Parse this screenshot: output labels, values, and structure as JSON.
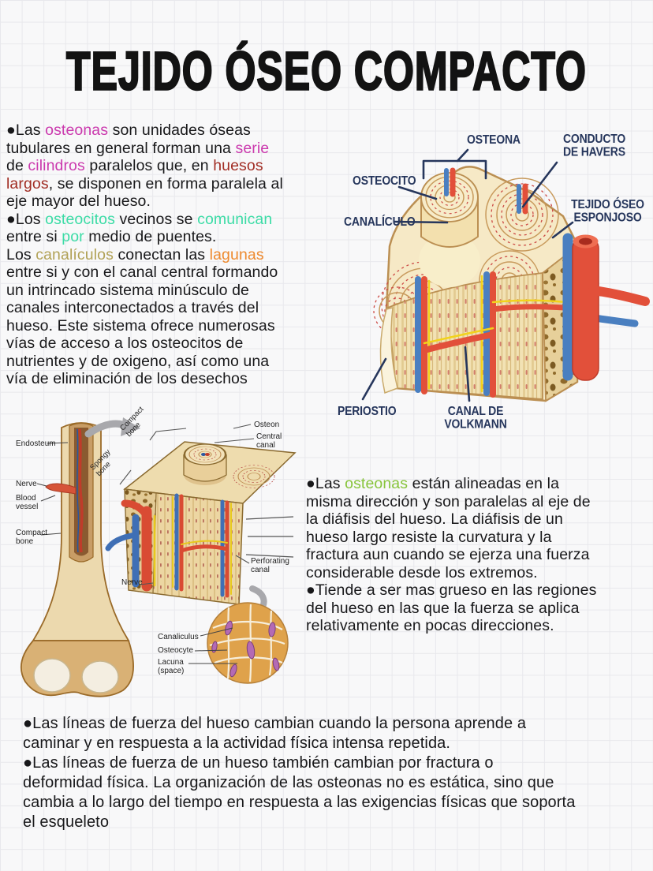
{
  "title": "TEJIDO ÓSEO COMPACTO",
  "highlight_colors": {
    "pink": "#cb3aae",
    "red": "#a12d24",
    "mint": "#3cdca6",
    "olive": "#b2a257",
    "orange": "#ee8a2e",
    "green": "#87c43b"
  },
  "colors": {
    "body_text": "#18181a",
    "diagram_label_navy": "#26365c",
    "vessel_red": "#e2503a",
    "vessel_blue": "#4a7fc0",
    "nerve_yellow": "#f2d31b",
    "bone_cream": "#f6e9c6"
  },
  "intro_paragraph": {
    "segments": [
      {
        "t": "●Las "
      },
      {
        "t": "osteonas",
        "c": "pink"
      },
      {
        "t": " son unidades óseas\ntubulares en general forman una "
      },
      {
        "t": "serie",
        "c": "pink"
      },
      {
        "t": "\nde "
      },
      {
        "t": "cilindros",
        "c": "pink"
      },
      {
        "t": " paralelos que, en "
      },
      {
        "t": "huesos",
        "c": "red"
      },
      {
        "t": "\n"
      },
      {
        "t": "largos",
        "c": "red"
      },
      {
        "t": ", se disponen en forma paralela al\neje mayor del hueso.\n●Los "
      },
      {
        "t": "osteocitos",
        "c": "mint"
      },
      {
        "t": " vecinos se "
      },
      {
        "t": "comunican",
        "c": "mint"
      },
      {
        "t": "\nentre si "
      },
      {
        "t": "por",
        "c": "mint"
      },
      {
        "t": " medio de puentes.\nLos "
      },
      {
        "t": "canalículos",
        "c": "olive"
      },
      {
        "t": " conectan las "
      },
      {
        "t": "lagunas",
        "c": "orange"
      },
      {
        "t": "\nentre si y con el canal central formando\nun intrincado sistema minúsculo de\ncanales interconectados a través del\nhueso. Este sistema ofrece numerosas\nvías de acceso a los osteocitos de\nnutrientes y de oxigeno, así como una\nvía de eliminación de los desechos"
      }
    ]
  },
  "alignment_paragraph": {
    "segments": [
      {
        "t": "●Las "
      },
      {
        "t": "osteonas",
        "c": "green"
      },
      {
        "t": " están alineadas en la\nmisma dirección y son paralelas al eje de\nla diáfisis del hueso. La diáfisis de un\nhueso largo resiste la curvatura y la\nfractura aun cuando se ejerza una fuerza\nconsiderable desde los extremos.\n●Tiende a ser mas grueso en las regiones\ndel hueso en las que la fuerza se aplica\nrelativamente en pocas direcciones."
      }
    ]
  },
  "force_lines_paragraph": {
    "segments": [
      {
        "t": "●Las líneas de fuerza del hueso cambian cuando la persona aprende a\ncaminar y en respuesta a la actividad física intensa repetida.\n●Las líneas de fuerza de un hueso también cambian por fractura o\ndeformidad física. La organización de las osteonas no es estática, sino que\ncambia a lo largo del tiempo en respuesta a las exigencias físicas que soporta\nel esqueleto"
      }
    ]
  },
  "osteon_diagram": {
    "labels": {
      "osteona": "OSTEONA",
      "conducto_havers": "CONDUCTO\nDE HAVERS",
      "osteocito": "OSTEOCITO",
      "canaliculo": "CANALÍCULO",
      "tejido_oseo_esponjoso": "TEJIDO ÓSEO\nESPONJOSO",
      "periostio": "PERIOSTIO",
      "canal_volkmann": "CANAL DE\nVOLKMANN"
    }
  },
  "bone_figure": {
    "labels": {
      "endosteum": "Endosteum",
      "nerve": "Nerve",
      "blood_vessel": "Blood\nvessel",
      "compact_bone": "Compact\nbone",
      "spongy_bone": "Spongy\nbone",
      "compact_bone_wedge": "Compact\nbone",
      "osteon": "Osteon",
      "central_canal": "Central\ncanal",
      "perforating_canal": "Perforating\ncanal",
      "nerve_wedge": "Nerve",
      "canaliculus": "Canaliculus",
      "osteocyte": "Osteocyte",
      "lacuna": "Lacuna\n(space)"
    }
  }
}
